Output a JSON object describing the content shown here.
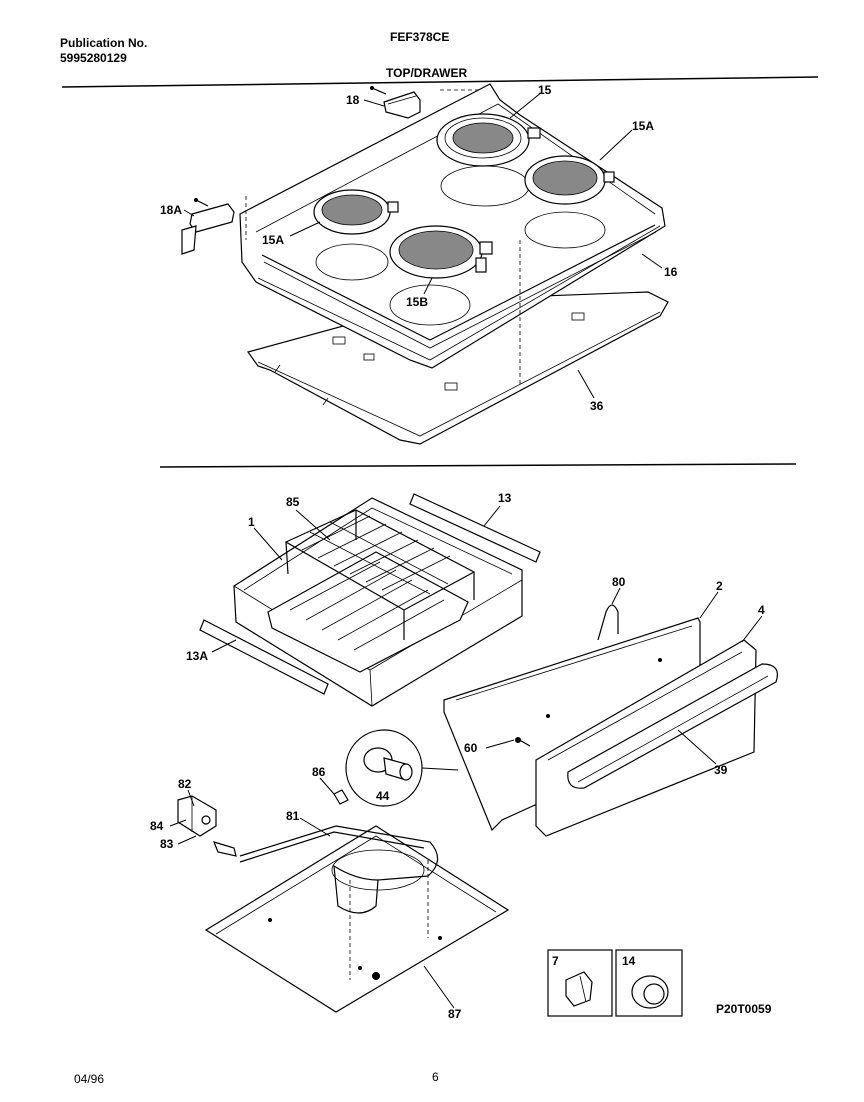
{
  "header": {
    "publication_label": "Publication No.",
    "publication_number": "5995280129",
    "model": "FEF378CE",
    "section_title": "TOP/DRAWER"
  },
  "callouts": {
    "p18": "18",
    "p18A": "18A",
    "p15": "15",
    "p15A_right": "15A",
    "p15A_left": "15A",
    "p15B": "15B",
    "p16": "16",
    "p36": "36",
    "p85": "85",
    "p13": "13",
    "p1": "1",
    "p13A": "13A",
    "p80": "80",
    "p2": "2",
    "p4": "4",
    "p60": "60",
    "p39": "39",
    "p86": "86",
    "p44": "44",
    "p82": "82",
    "p81": "81",
    "p84": "84",
    "p83": "83",
    "p87": "87",
    "p7": "7",
    "p14": "14"
  },
  "footer": {
    "date": "04/96",
    "page": "6",
    "diagram_code": "P20T0059"
  }
}
